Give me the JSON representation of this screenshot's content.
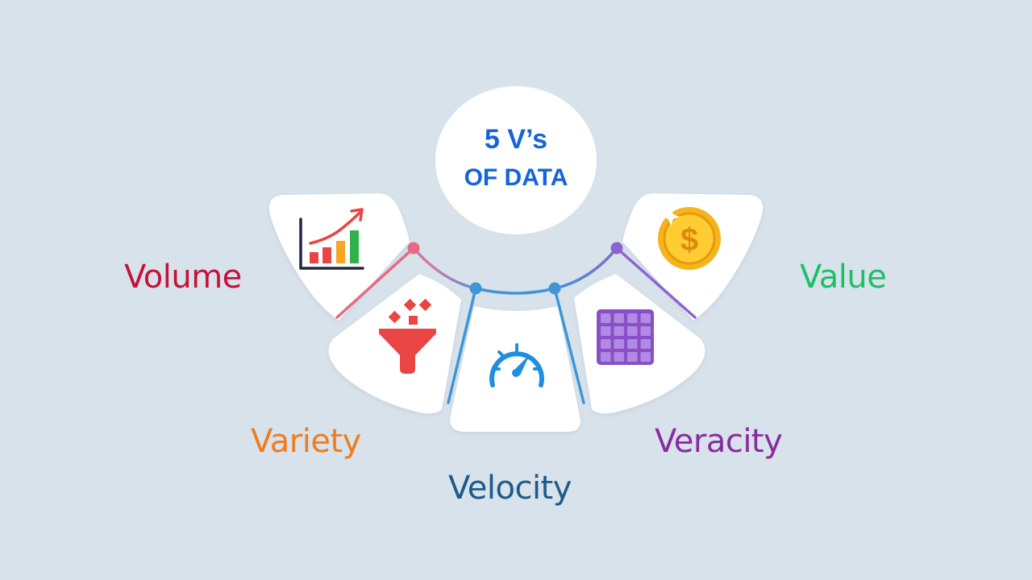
{
  "center": {
    "line1": "5 V’s",
    "line2": "OF DATA",
    "color": "#1565d8"
  },
  "items": [
    {
      "label": "Volume",
      "color": "#c4123a",
      "icon": "growth-chart-icon"
    },
    {
      "label": "Variety",
      "color": "#f07c1e",
      "icon": "funnel-icon"
    },
    {
      "label": "Velocity",
      "color": "#1e5a8c",
      "icon": "speedometer-icon"
    },
    {
      "label": "Veracity",
      "color": "#8a2b9e",
      "icon": "grid-icon"
    },
    {
      "label": "Value",
      "color": "#1fbf68",
      "icon": "dollar-coin-icon"
    }
  ],
  "colors": {
    "background": "#d8e2eb",
    "connector_pink": "#e56a85",
    "connector_blue": "#3f95d6",
    "connector_purple": "#8e63cf",
    "funnel_red": "#e94545",
    "gauge_blue": "#1e8fe0",
    "grid_purple": "#8a4fc6",
    "coin_gold": "#f5b41c"
  }
}
